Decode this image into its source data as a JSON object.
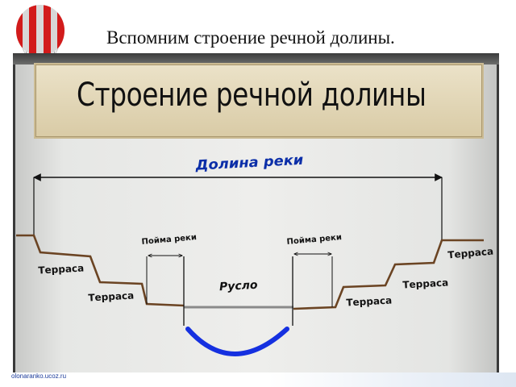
{
  "slide_title": "Вспомним строение речной долины.",
  "banner_title": "Строение  речной  долины",
  "labels": {
    "valley": "Долина реки",
    "floodplain_left": "Пойма реки",
    "floodplain_right": "Пойма реки",
    "channel": "Русло",
    "terrace_upper_left": "Терраса",
    "terrace_lower_left": "Терраса",
    "terrace_upper_right": "Терраса",
    "terrace_lower_right": "Терраса"
  },
  "credit": "olonaranko.ucoz.ru",
  "colors": {
    "valley_label": "#0b2ea8",
    "river": "#1530e0",
    "terrace_edge": "#6b4423",
    "banner": "#e3d8b8"
  }
}
